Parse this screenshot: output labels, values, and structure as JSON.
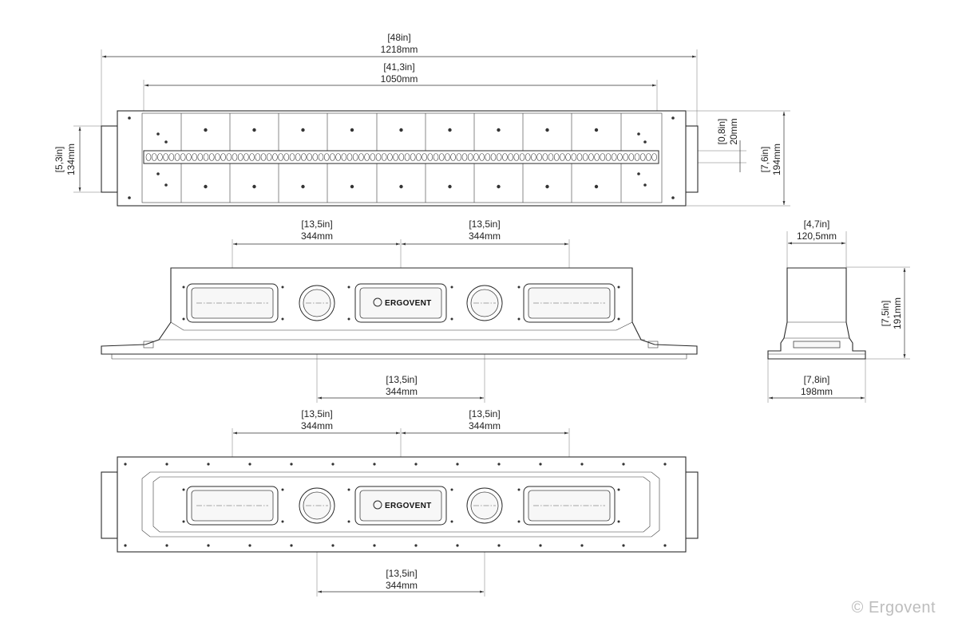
{
  "copyright": "© Ergovent",
  "brand_logo_text": "ERGOVENT",
  "top_view": {
    "overall_length": {
      "imperial": "[48in]",
      "metric": "1218mm"
    },
    "inner_length": {
      "imperial": "[41,3in]",
      "metric": "1050mm"
    },
    "body_height": {
      "imperial": "[5,3in]",
      "metric": "134mm"
    },
    "slot_width": {
      "imperial": "[0,8in]",
      "metric": "20mm"
    },
    "flange_height": {
      "imperial": "[7,6in]",
      "metric": "194mm"
    }
  },
  "front_view": {
    "spacing_top_left": {
      "imperial": "[13,5in]",
      "metric": "344mm"
    },
    "spacing_top_right": {
      "imperial": "[13,5in]",
      "metric": "344mm"
    },
    "spacing_bottom": {
      "imperial": "[13,5in]",
      "metric": "344mm"
    }
  },
  "side_view": {
    "top_width": {
      "imperial": "[4,7in]",
      "metric": "120,5mm"
    },
    "height": {
      "imperial": "[7,5in]",
      "metric": "191mm"
    },
    "base_width": {
      "imperial": "[7,8in]",
      "metric": "198mm"
    }
  },
  "bottom_view": {
    "spacing_top_left": {
      "imperial": "[13,5in]",
      "metric": "344mm"
    },
    "spacing_top_right": {
      "imperial": "[13,5in]",
      "metric": "344mm"
    },
    "spacing_bottom": {
      "imperial": "[13,5in]",
      "metric": "344mm"
    }
  }
}
